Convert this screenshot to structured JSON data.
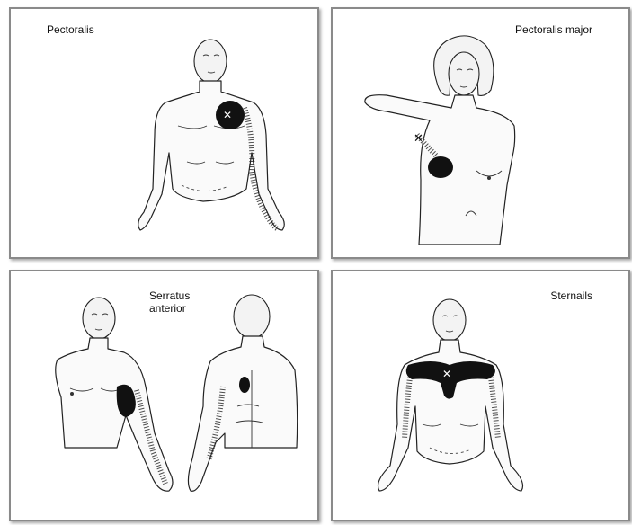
{
  "panels": [
    {
      "label": "Pectoralis"
    },
    {
      "label": "Pectoralis major"
    },
    {
      "label": "Serratus anterior",
      "label_lines": [
        "Serratus",
        "anterior"
      ]
    },
    {
      "label": "Sternails"
    }
  ]
}
